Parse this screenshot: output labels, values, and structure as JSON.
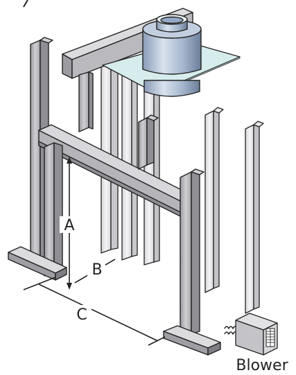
{
  "labels": {
    "dimension_a": "A",
    "dimension_b": "B",
    "dimension_c": "C",
    "blower": "Blower"
  },
  "colors": {
    "frame_front": "#b6b6bb",
    "frame_side": "#8c8c92",
    "frame_light": "#e4e4e6",
    "flue_pipe": "#a9b9cf",
    "drip_plate": "#d6ecec",
    "outline": "#222222"
  }
}
